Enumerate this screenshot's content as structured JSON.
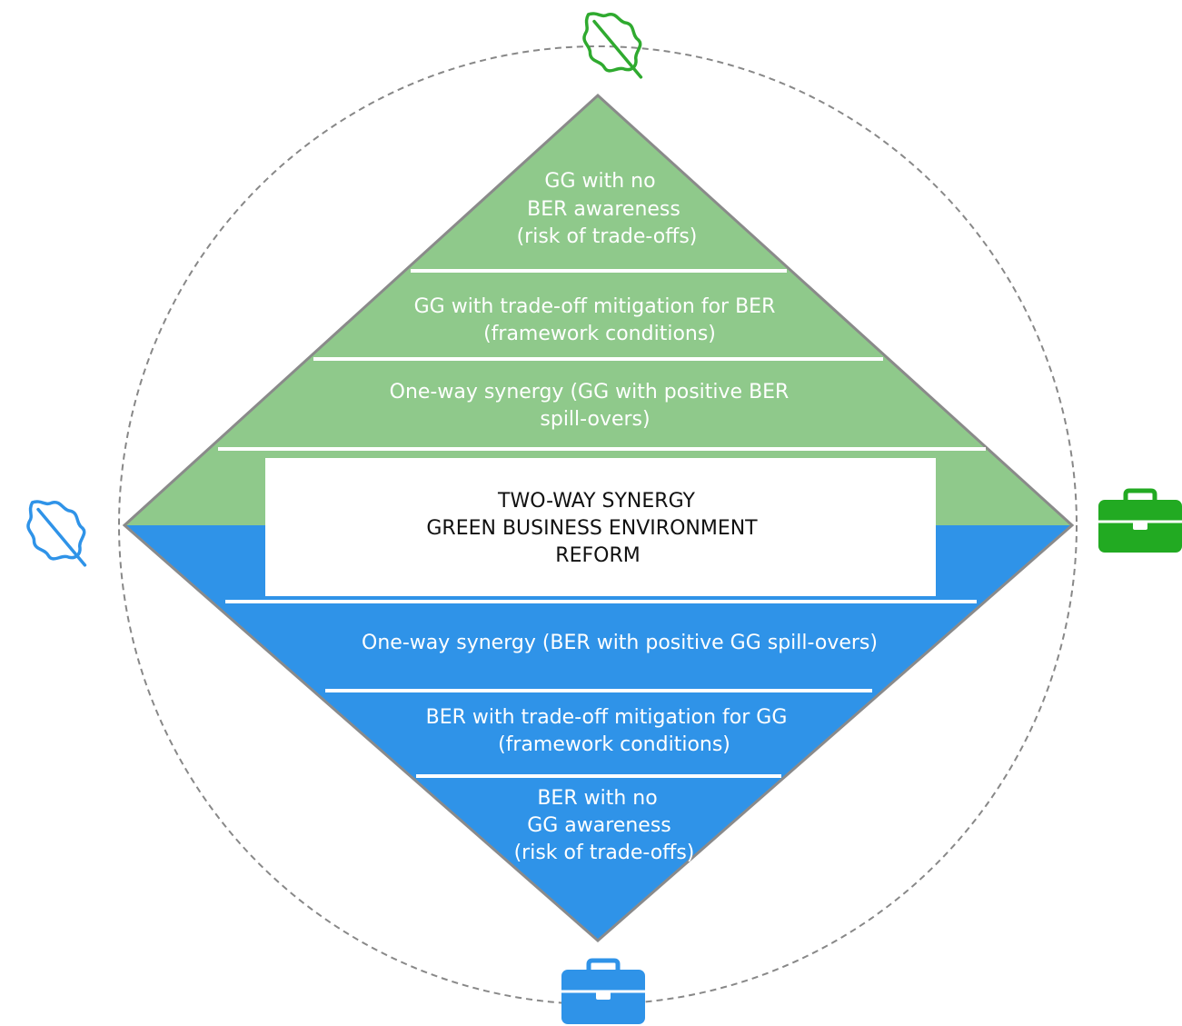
{
  "colors": {
    "green_fill": "#8fc98b",
    "blue_fill": "#2f93e8",
    "diamond_outline": "#8a8a8a",
    "circle_dash": "#888888",
    "separator": "#ffffff",
    "leaf_green": "#2faa2f",
    "leaf_blue": "#2f93e8",
    "briefcase_green": "#22aa22",
    "briefcase_blue": "#2f93e8",
    "center_text": "#111111"
  },
  "icons": {
    "top": "leaf-icon",
    "left": "leaf-icon",
    "right": "briefcase-icon",
    "bottom": "briefcase-icon"
  },
  "center": {
    "line1": "TWO-WAY SYNERGY",
    "line2": "GREEN BUSINESS ENVIRONMENT",
    "line3": "REFORM"
  },
  "green_tiers": [
    {
      "line1": "GG with no",
      "line2": "BER awareness",
      "line3": "(risk of trade-offs)"
    },
    {
      "line1": "GG with trade-off mitigation for BER",
      "line2": "(framework conditions)"
    },
    {
      "line1": "One-way synergy (GG with positive BER",
      "line2": "spill-overs)"
    }
  ],
  "blue_tiers": [
    {
      "line1": "One-way synergy (BER with positive GG spill-overs)"
    },
    {
      "line1": "BER with trade-off mitigation for GG",
      "line2": "(framework conditions)"
    },
    {
      "line1": "BER with no",
      "line2": "GG awareness",
      "line3": "(risk of trade-offs)"
    }
  ]
}
